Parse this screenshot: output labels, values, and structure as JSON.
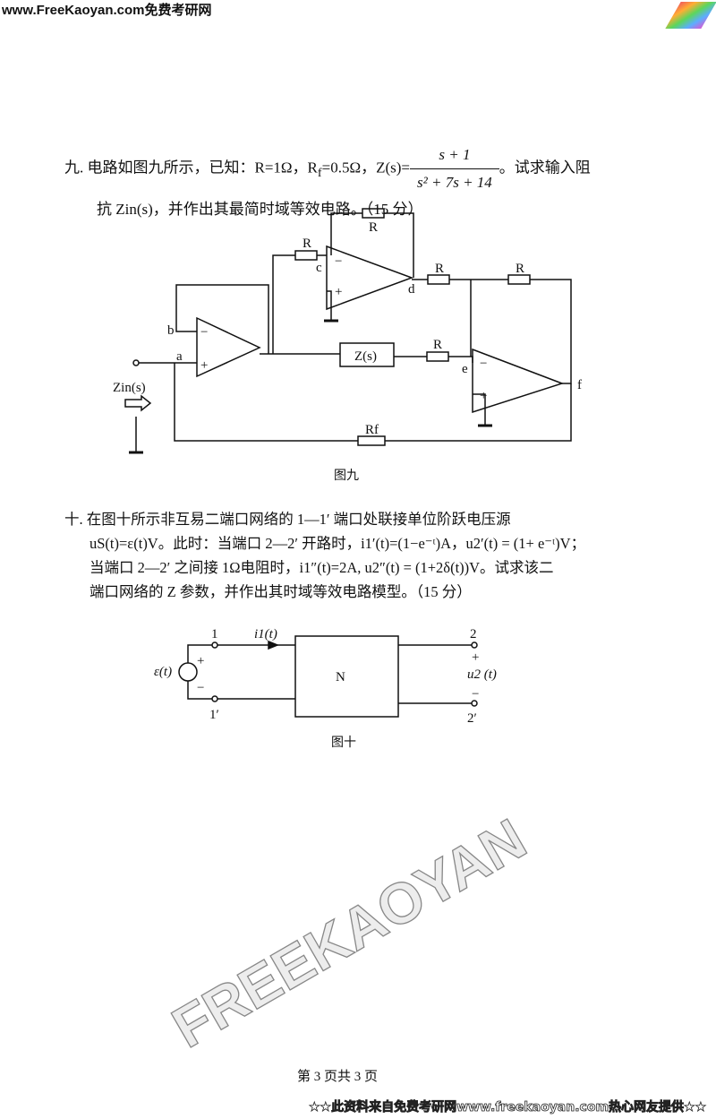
{
  "header": {
    "site": "www.FreeKaoyan.com免费考研网"
  },
  "watermark": "FREEKAOYAN",
  "q9": {
    "line1_pre": "九. 电路如图九所示，已知：R=1Ω，R",
    "line1_sub": "f",
    "line1_mid": "=0.5Ω，Z(s)=",
    "frac_num": "s + 1",
    "frac_den": "s² + 7s + 14",
    "line1_post": "。试求输入阻",
    "line2": "抗 Zin(s)，并作出其最简时域等效电路。（15 分）",
    "figure_caption": "图九",
    "labels": {
      "R": "R",
      "Rf": "Rf",
      "Z": "Z(s)",
      "a": "a",
      "b": "b",
      "c": "c",
      "d": "d",
      "e": "e",
      "f": "f",
      "Zin": "Zin(s)",
      "minus": "−",
      "plus": "+"
    }
  },
  "q10": {
    "line1": "十. 在图十所示非互易二端口网络的 1—1′ 端口处联接单位阶跃电压源",
    "line2": "uS(t)=ε(t)V。此时：当端口 2—2′ 开路时，i1′(t)=(1−e⁻ᵗ)A，u2′(t) = (1+ e⁻ᵗ)V；",
    "line3": "当端口 2—2′ 之间接 1Ω电阻时，i1″(t)=2A, u2″(t) = (1+2δ(t))V。试求该二",
    "line4": "端口网络的 Z 参数，并作出其时域等效电路模型。（15 分）",
    "figure_caption": "图十",
    "labels": {
      "p1": "1",
      "p1p": "1′",
      "p2": "2",
      "p2p": "2′",
      "i1": "i1(t)",
      "src": "ε(t)",
      "N": "N",
      "u2": "u2 (t)",
      "plus": "+",
      "minus": "−"
    }
  },
  "footer": {
    "page": "第 3 页共 3 页",
    "banner": "★★此资料来自免费考研网www.freekaoyan.com热心网友提供★★"
  }
}
